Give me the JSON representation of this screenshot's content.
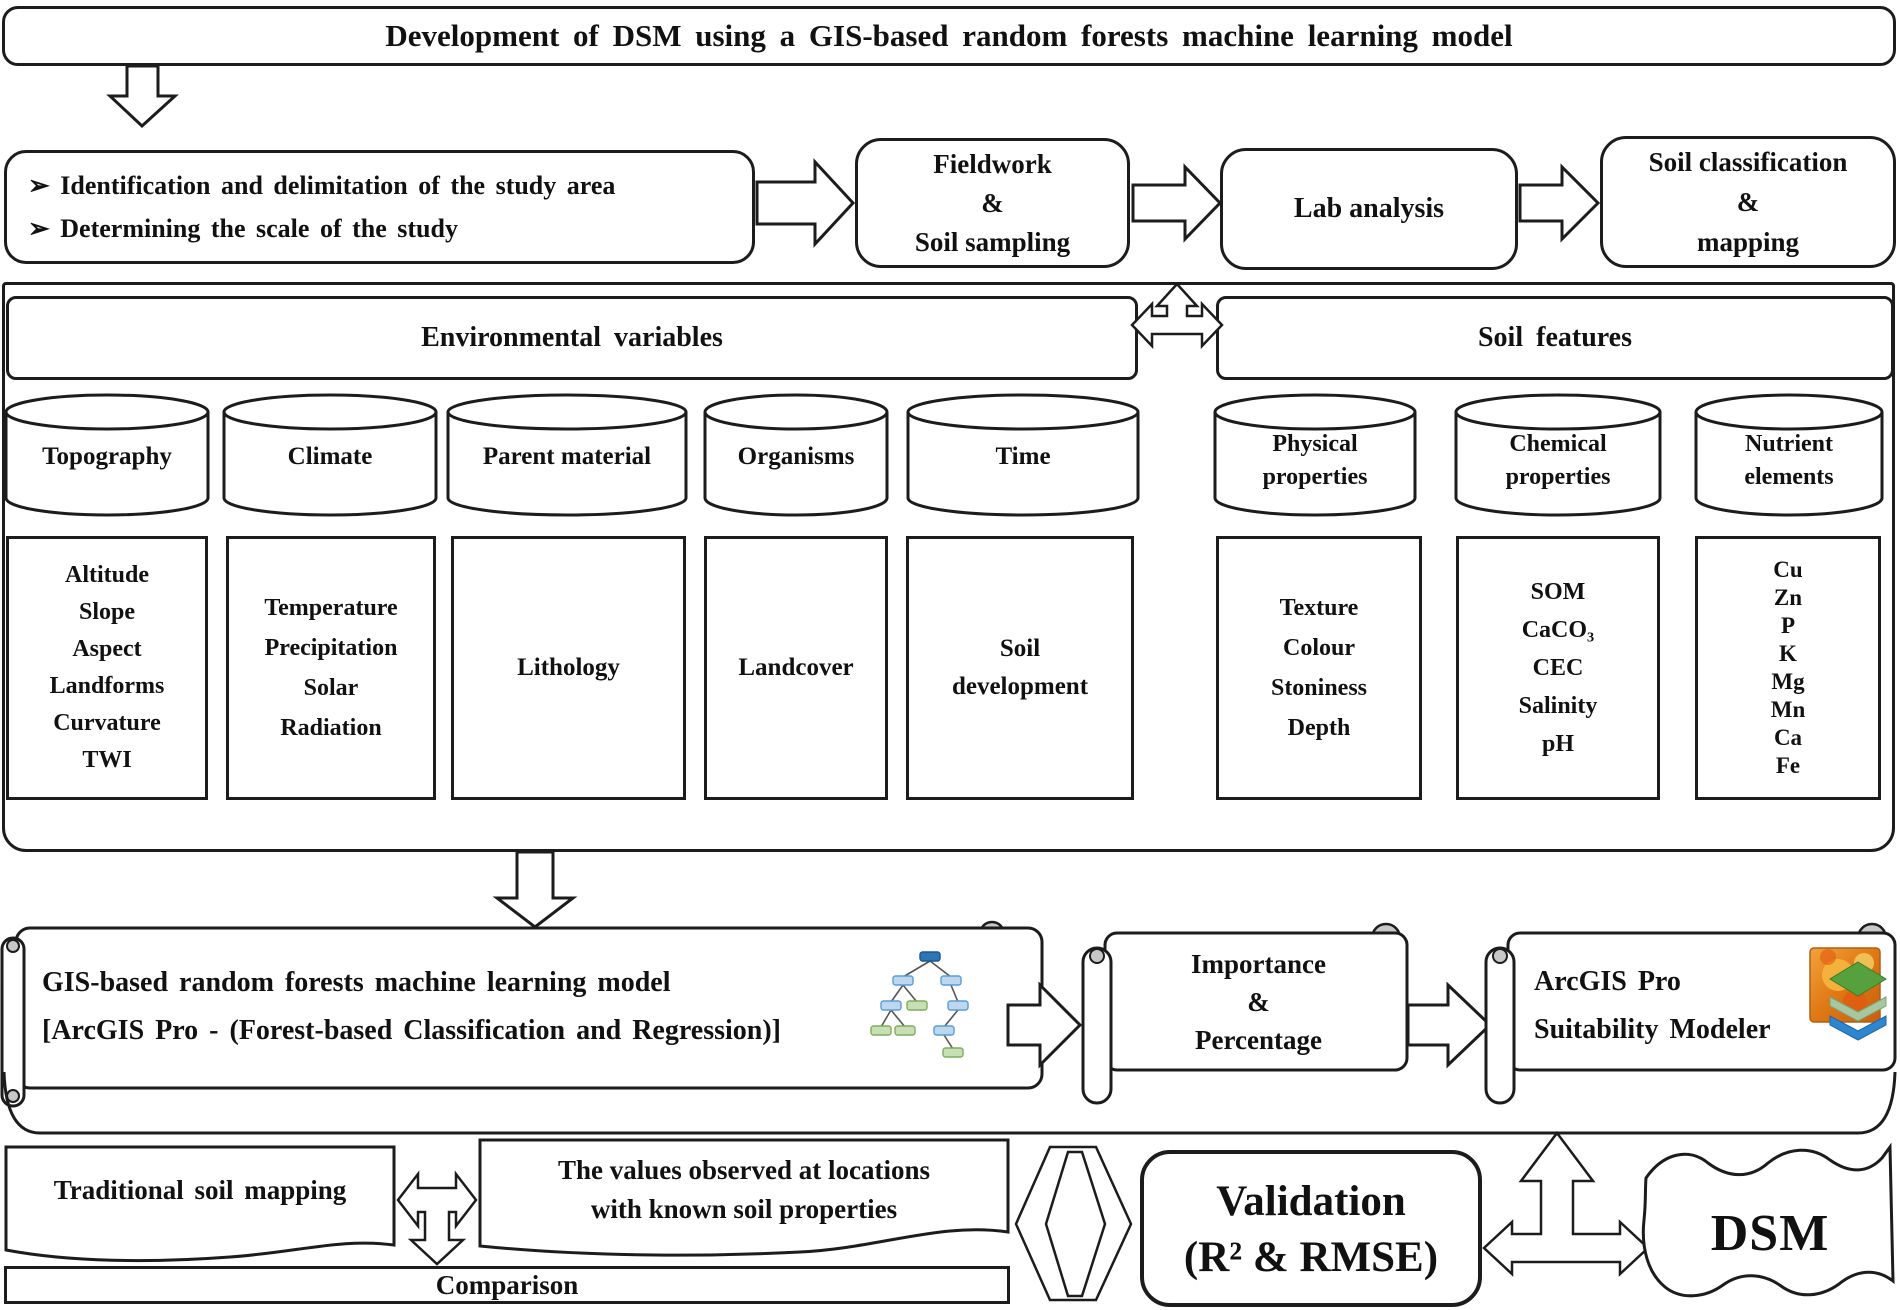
{
  "title": "Development of DSM using a GIS-based random forests machine learning model",
  "phase1": {
    "study_scope": [
      "➢ Identification and delimitation of the study area",
      "➢ Determining the scale of the study"
    ],
    "fieldwork": [
      "Fieldwork",
      "&",
      "Soil sampling"
    ],
    "lab": "Lab analysis",
    "classification": [
      "Soil classification",
      "&",
      "mapping"
    ]
  },
  "sections": {
    "environmental": "Environmental variables",
    "soil": "Soil features"
  },
  "env_columns": [
    {
      "source": "Topography",
      "items": [
        "Altitude",
        "Slope",
        "Aspect",
        "Landforms",
        "Curvature",
        "TWI"
      ]
    },
    {
      "source": "Climate",
      "items": [
        "Temperature",
        "Precipitation",
        "Solar",
        "Radiation"
      ]
    },
    {
      "source": "Parent material",
      "items": [
        "Lithology"
      ]
    },
    {
      "source": "Organisms",
      "items": [
        "Landcover"
      ]
    },
    {
      "source": "Time",
      "items": [
        "Soil",
        "development"
      ]
    }
  ],
  "soil_columns": [
    {
      "source": [
        "Physical",
        "properties"
      ],
      "items": [
        "Texture",
        "Colour",
        "Stoniness",
        "Depth"
      ]
    },
    {
      "source": [
        "Chemical",
        "properties"
      ],
      "items": [
        "SOM",
        "CaCO₃",
        "CEC",
        "Salinity",
        "pH"
      ]
    },
    {
      "source": [
        "Nutrient",
        "elements"
      ],
      "items": [
        "Cu",
        "Zn",
        "P",
        "K",
        "Mg",
        "Mn",
        "Ca",
        "Fe"
      ]
    }
  ],
  "model_stage": {
    "model": [
      "GIS-based random forests machine learning model",
      "[ArcGIS Pro - (Forest-based Classification and Regression)]"
    ],
    "model_icon": "decision-tree-icon",
    "importance": [
      "Importance",
      "&",
      "Percentage"
    ],
    "suitability": [
      "ArcGIS Pro",
      "Suitability Modeler"
    ],
    "suitability_icon": "arcgis-pro-layers-icon"
  },
  "evaluation": {
    "traditional": "Traditional soil mapping",
    "observed": [
      "The values observed at locations",
      "with known soil properties"
    ],
    "comparison": "Comparison",
    "validation": [
      "Validation",
      "(R² & RMSE)"
    ],
    "dsm": "DSM"
  },
  "colors": {
    "line": "#1c1c1c",
    "tree_root_blue": "#2e75b6",
    "tree_light_blue": "#bdd7ee",
    "tree_light_green": "#c6e0b4",
    "arcgis_orange": "#e8891c",
    "arcgis_green": "#57a03e",
    "arcgis_sage": "#a8c6a0",
    "arcgis_blue": "#2e86d1"
  }
}
